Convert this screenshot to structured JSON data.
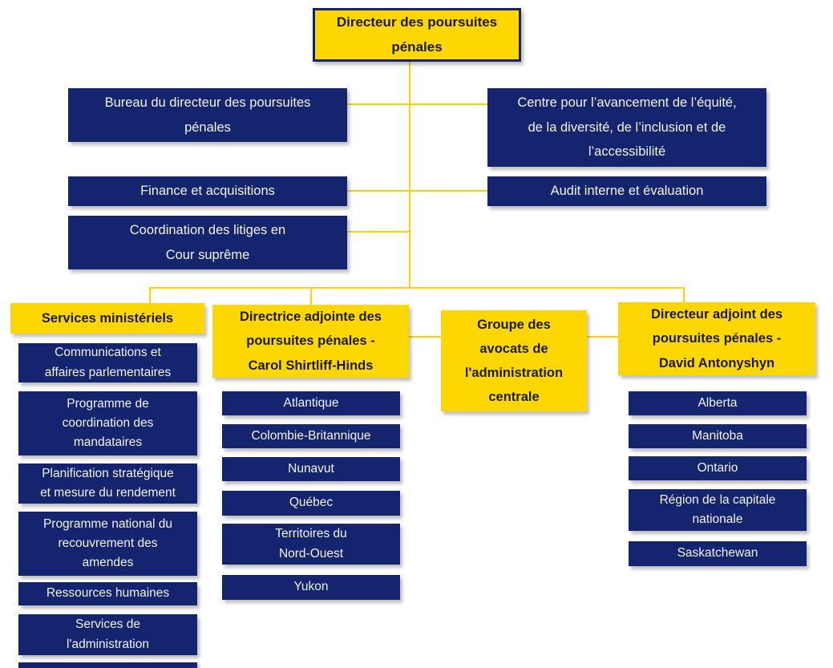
{
  "org": {
    "colors": {
      "navy": "#14246E",
      "yellow": "#FFD700",
      "line": "#FFD200",
      "text_light": "#F2F2F2",
      "text_dark": "#1A1A1A"
    },
    "root": {
      "label": "Directeur des poursuites\npénales"
    },
    "staff_left": [
      {
        "label": "Bureau du directeur des poursuites\npénales"
      },
      {
        "label": "Finance et acquisitions"
      },
      {
        "label": "Coordination des litiges en\nCour suprême"
      }
    ],
    "staff_right": [
      {
        "label": "Centre pour l’avancement de l’équité,\nde la diversité, de l’inclusion et de\nl’accessibilité"
      },
      {
        "label": "Audit interne et évaluation"
      }
    ],
    "branches": [
      {
        "label": "Services ministériels",
        "children": [
          {
            "label": "Communications et\naffaires parlementaires"
          },
          {
            "label": "Programme de\ncoordination des\nmandataires"
          },
          {
            "label": "Planification stratégique\net mesure du rendement"
          },
          {
            "label": "Programme national du\nrecouvrement des\namendes"
          },
          {
            "label": "Ressources humaines"
          },
          {
            "label": "Services de\nl'administration"
          }
        ]
      },
      {
        "label": "Directrice adjointe des\npoursuites pénales -\nCarol Shirtliff-Hinds",
        "children": [
          {
            "label": "Atlantique"
          },
          {
            "label": "Colombie-Britannique"
          },
          {
            "label": "Nunavut"
          },
          {
            "label": "Québec"
          },
          {
            "label": "Territoires du\nNord-Ouest"
          },
          {
            "label": "Yukon"
          }
        ]
      },
      {
        "label": "Groupe des\navocats de\nl'administration\ncentrale",
        "children": []
      },
      {
        "label": "Directeur adjoint des\npoursuites pénales -\nDavid Antonyshyn",
        "children": [
          {
            "label": "Alberta"
          },
          {
            "label": "Manitoba"
          },
          {
            "label": "Ontario"
          },
          {
            "label": "Région de la capitale\nnationale"
          },
          {
            "label": "Saskatchewan"
          }
        ]
      }
    ]
  }
}
